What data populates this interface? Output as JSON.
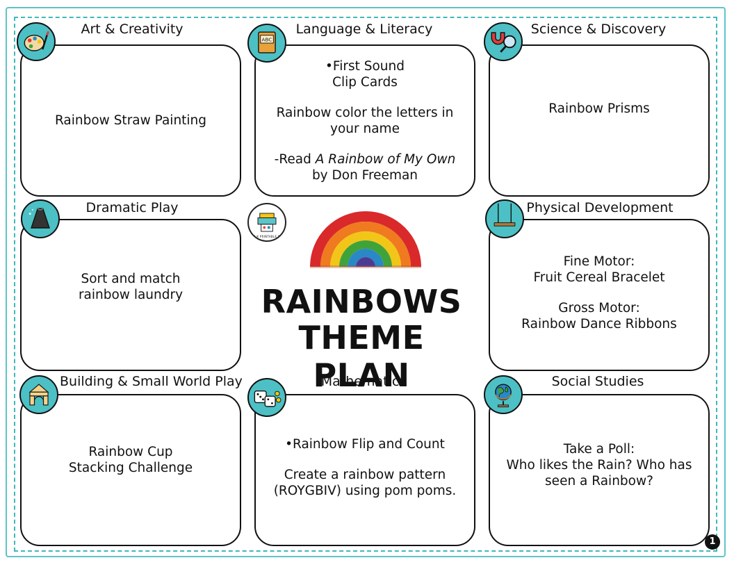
{
  "title": {
    "line1": "RAINBOWS",
    "line2": "THEME PLAN"
  },
  "page_number": "1",
  "logo": {
    "text": "PRE-K PRINTABLE FUN"
  },
  "sections": {
    "art": {
      "heading": "Art & Creativity",
      "icon": "palette-icon",
      "content": "Rainbow Straw Painting"
    },
    "language": {
      "heading": "Language & Literacy",
      "icon": "abc-book-icon",
      "item1": "•First Sound\nClip Cards",
      "item2": "Rainbow color the letters in\nyour name",
      "read_prefix": "-Read ",
      "book_title": "A Rainbow of My Own",
      "read_suffix": "by Don Freeman"
    },
    "science": {
      "heading": "Science & Discovery",
      "icon": "magnet-magnifier-icon",
      "content": "Rainbow Prisms"
    },
    "dramatic": {
      "heading": "Dramatic Play",
      "icon": "cape-icon",
      "content": "Sort and match\nrainbow laundry"
    },
    "physical": {
      "heading": "Physical Development",
      "icon": "swing-icon",
      "fine_label": "Fine Motor:",
      "fine_value": "Fruit Cereal Bracelet",
      "gross_label": "Gross Motor:",
      "gross_value": "Rainbow Dance Ribbons"
    },
    "building": {
      "heading": "Building & Small World Play",
      "icon": "blocks-icon",
      "content": "Rainbow Cup\nStacking Challenge"
    },
    "math": {
      "heading": "Mathematics",
      "icon": "dice-icon",
      "item1": "•Rainbow Flip and Count",
      "item2": "Create a rainbow pattern\n(ROYGBIV) using pom poms."
    },
    "social": {
      "heading": "Social Studies",
      "icon": "globe-icon",
      "content": "Take a Poll:\nWho likes the Rain? Who has\nseen a Rainbow?"
    }
  },
  "colors": {
    "accent_teal": "#4cc0c5",
    "rainbow": [
      "#d9292b",
      "#f07a1f",
      "#f2c618",
      "#3fa33a",
      "#2a88c6",
      "#4c3b93"
    ]
  }
}
